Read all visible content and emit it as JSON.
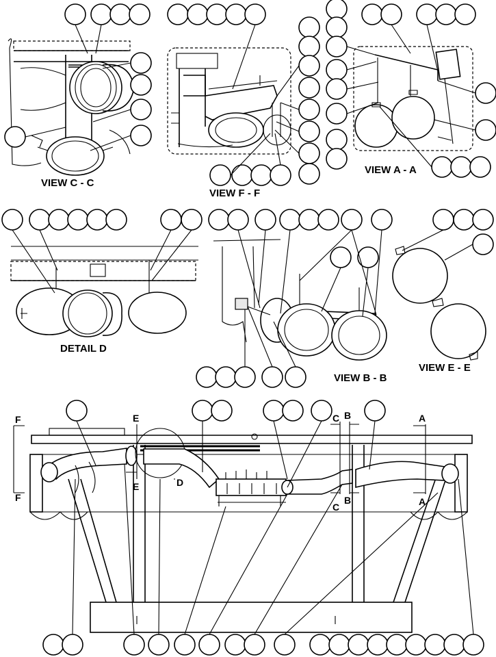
{
  "views": {
    "c": "VIEW C - C",
    "f": "VIEW F - F",
    "a": "VIEW A - A",
    "d": "DETAIL D",
    "b": "VIEW B - B",
    "e": "VIEW E - E"
  },
  "section_letters": {
    "a": "A",
    "b": "B",
    "c": "C",
    "d": "D",
    "e": "E",
    "f": "F"
  }
}
